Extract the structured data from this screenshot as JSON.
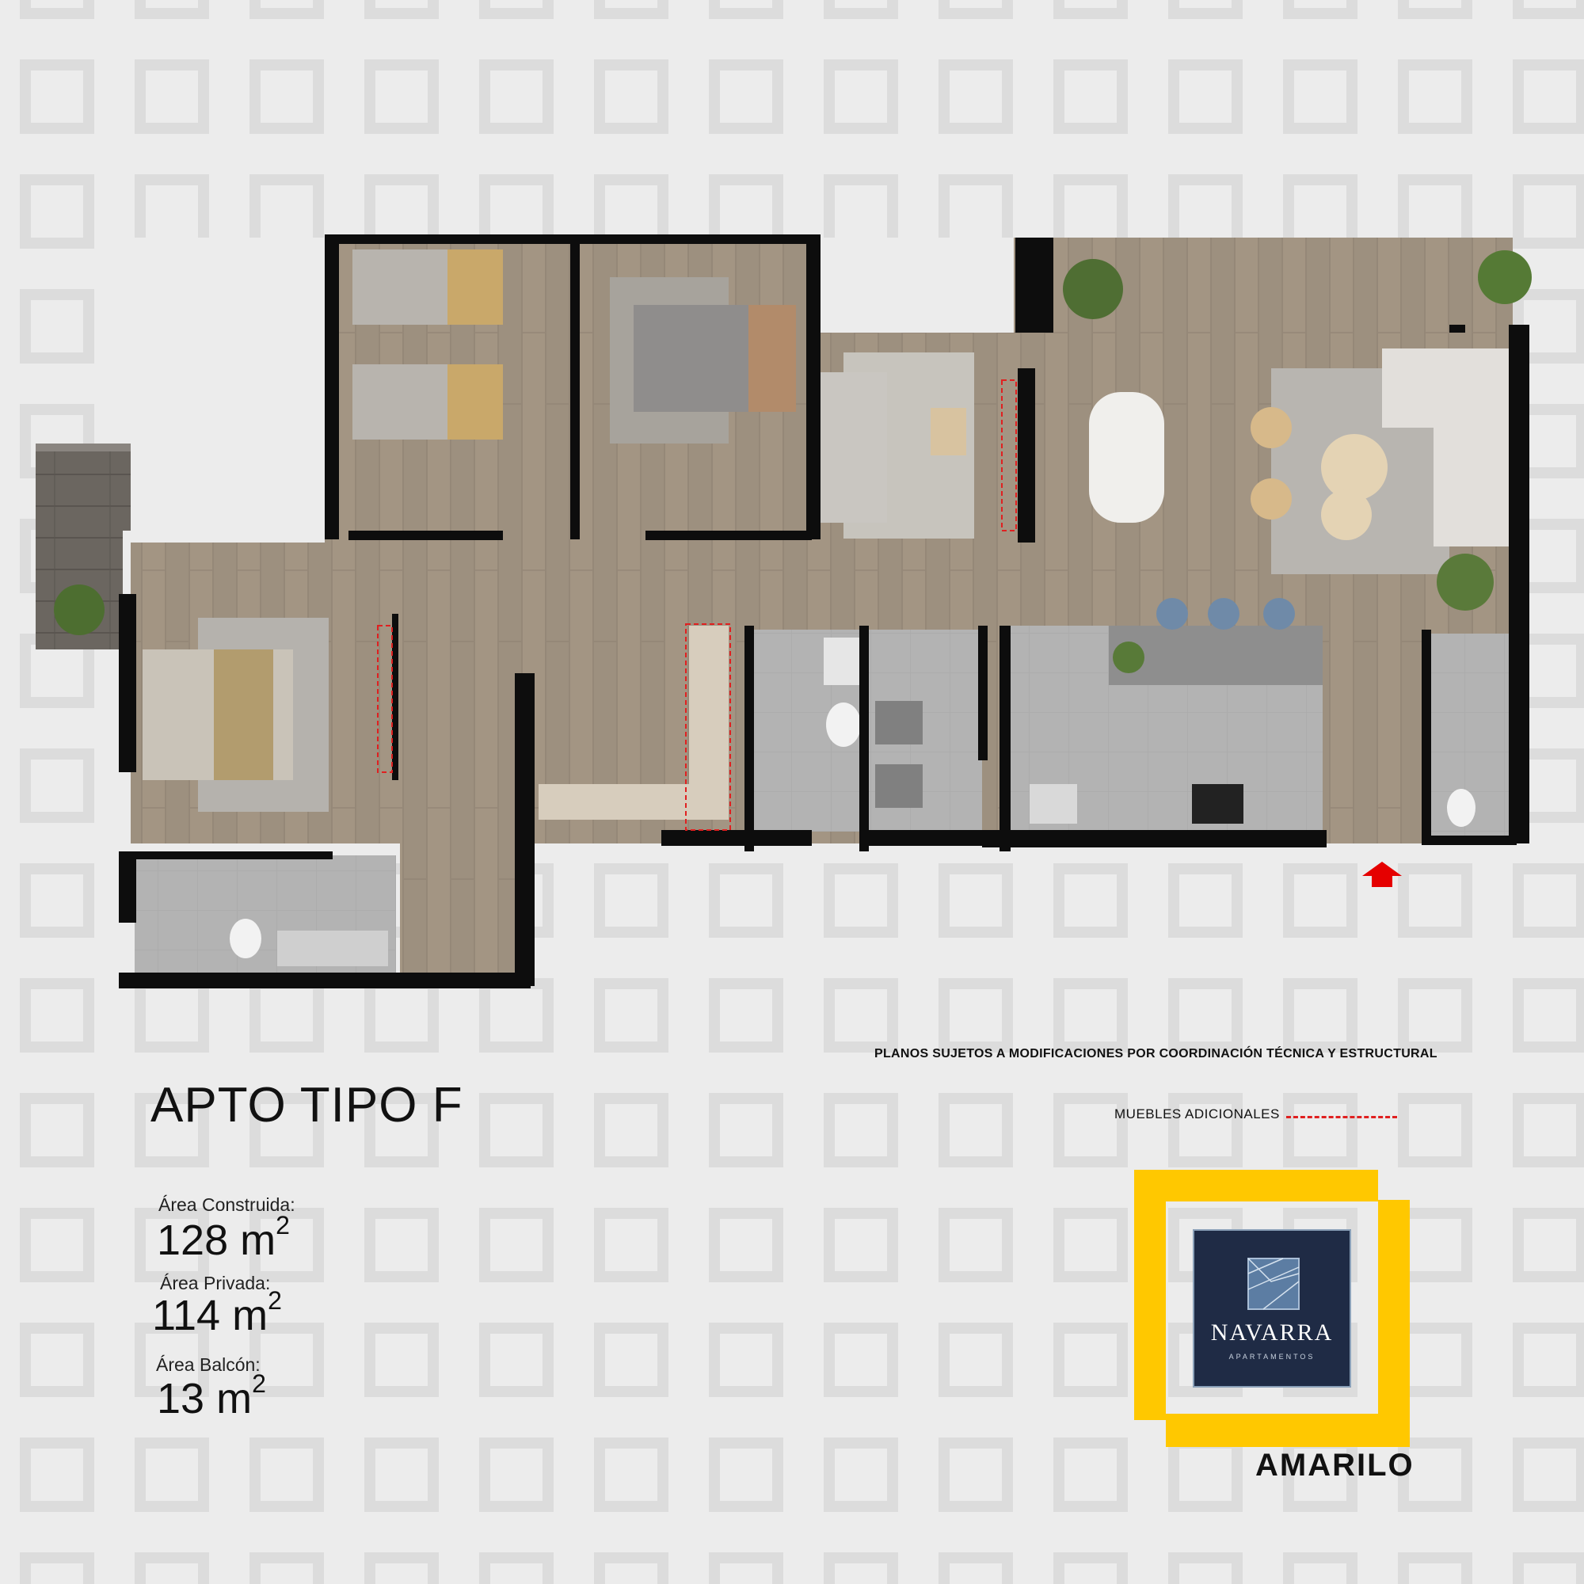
{
  "title": "APTO TIPO F",
  "areas": [
    {
      "label": "Área Construida:",
      "value": "128 m",
      "exp": "2"
    },
    {
      "label": "Área Privada:",
      "value": "114 m",
      "exp": "2"
    },
    {
      "label": "Área Balcón:",
      "value": "13 m",
      "exp": "2"
    }
  ],
  "disclaimer": "PLANOS SUJETOS A MODIFICACIONES POR COORDINACIÓN TÉCNICA Y ESTRUCTURAL",
  "legend": {
    "muebles": "MUEBLES  ADICIONALES"
  },
  "brand": {
    "name": "NAVARRA",
    "subtitle": "APARTAMENTOS",
    "developer": "AMARILO"
  },
  "colors": {
    "frame_yellow": "#ffc800",
    "navy": "#1f2b45",
    "accent_red": "#e02020",
    "floor_wood": "#9a8d7e",
    "wall": "#0d0d0d",
    "tile": "#a9a9a9"
  },
  "icons": {
    "entrance": "red-up-arrow-icon"
  }
}
